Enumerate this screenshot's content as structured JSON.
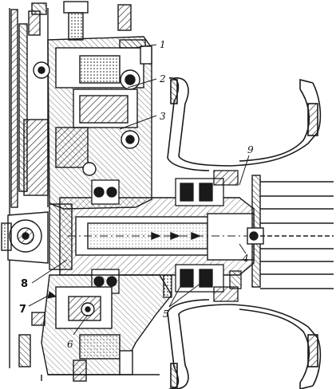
{
  "drawing": {
    "subject": "wheel hub reduction gear assembly, sectional view",
    "ink_color": "#1a1a1a",
    "paper_color": "#ffffff"
  },
  "callouts": [
    {
      "id": "1",
      "label": "1"
    },
    {
      "id": "2",
      "label": "2"
    },
    {
      "id": "3",
      "label": "3"
    },
    {
      "id": "4",
      "label": "4"
    },
    {
      "id": "5",
      "label": "5"
    },
    {
      "id": "6",
      "label": "6"
    },
    {
      "id": "7",
      "label": "7"
    },
    {
      "id": "8",
      "label": "8"
    },
    {
      "id": "9",
      "label": "9"
    }
  ]
}
